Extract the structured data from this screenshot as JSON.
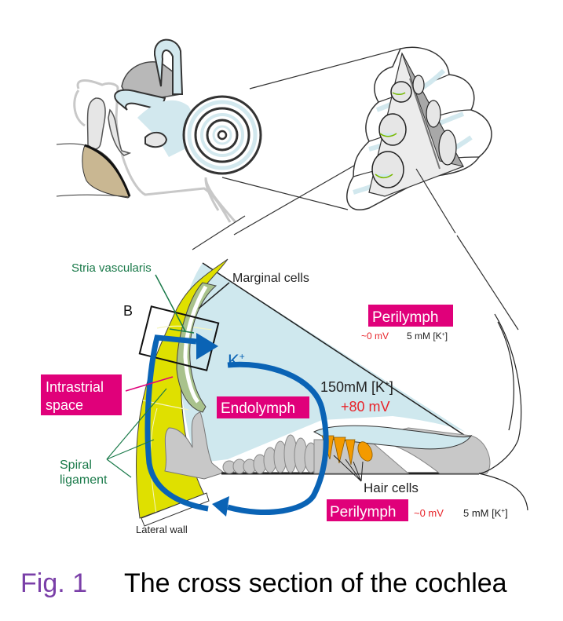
{
  "colors": {
    "perilymph_badge": "#e0007a",
    "endolymph_fill": "#cfe8ee",
    "lateral_wall_yellow": "#dfe000",
    "stria_green": "#a9c28c",
    "k_arrow_blue": "#0a63b5",
    "label_green": "#1a7a4a",
    "voltage_red": "#e8242a",
    "tissue_gray": "#c8c8c8",
    "hair_cell_orange": "#f39a00",
    "caption_purple": "#7a3fa8",
    "eardrum_tan": "#c9b792"
  },
  "labels": {
    "stria_vascularis": "Stria vascularis",
    "marginal_cells": "Marginal cells",
    "box_b": "B",
    "k_plus": "K",
    "k_plus_sup": "+",
    "intrastrial_line1": "Intrastrial",
    "intrastrial_line2": "space",
    "endolymph": "Endolymph",
    "endolymph_k": "150mM [K",
    "endolymph_k_sup": "+",
    "endolymph_k_end": "]",
    "endolymph_mv": "+80 mV",
    "spiral_line1": "Spiral",
    "spiral_line2": "ligament",
    "lateral_wall": "Lateral wall",
    "hair_cells": "Hair cells",
    "perilymph_top": {
      "badge": "Perilymph",
      "mv": "~0 mV",
      "k": "5 mM [K",
      "k_sup": "+",
      "k_end": "]"
    },
    "perilymph_bottom": {
      "badge": "Perilymph",
      "mv": "~0 mV",
      "k": "5 mM [K",
      "k_sup": "+",
      "k_end": "]"
    }
  },
  "caption": {
    "number": "Fig. 1",
    "title": "The cross section of the cochlea"
  }
}
